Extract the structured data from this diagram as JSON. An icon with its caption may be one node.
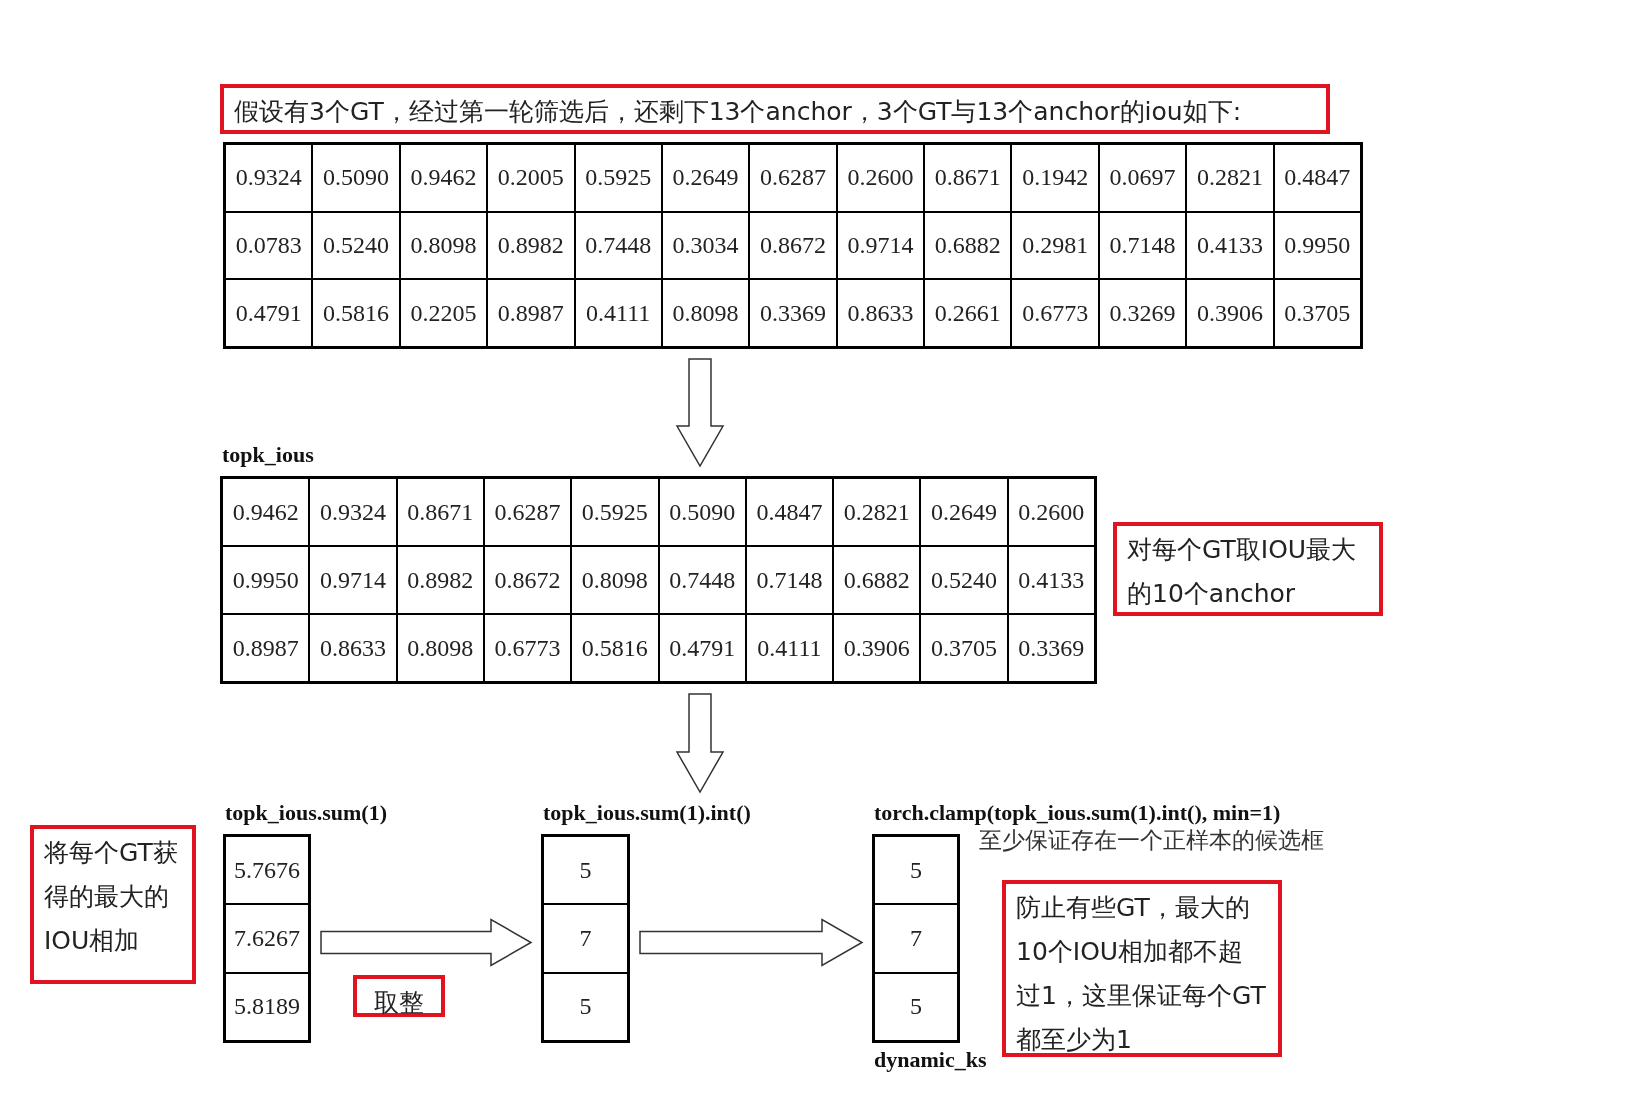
{
  "diagram": {
    "nodes": [
      {
        "text": [
          "假设有3个GT，经过第一轮筛选后，还剩下13个anchor，3个GT与13个anchor的iou如下:"
        ]
      },
      {
        "text": [
          "0.9324",
          "0.5090",
          "0.9462",
          "0.2005",
          "0.5925",
          "0.2649",
          "0.6287",
          "0.2600",
          "0.8671",
          "0.1942",
          "0.0697",
          "0.2821",
          "0.4847",
          "0.0783",
          "0.5240",
          "0.8098",
          "0.8982",
          "0.7448",
          "0.3034",
          "0.8672",
          "0.9714",
          "0.6882",
          "0.2981",
          "0.7148",
          "0.4133",
          "0.9950",
          "0.4791",
          "0.5816",
          "0.2205",
          "0.8987",
          "0.4111",
          "0.8098",
          "0.3369",
          "0.8633",
          "0.2661",
          "0.6773",
          "0.3269",
          "0.3906",
          "0.3705"
        ]
      },
      {
        "text": [
          "topk_ious",
          "0.9462",
          "0.9324",
          "0.8671",
          "0.6287",
          "0.5925",
          "0.5090",
          "0.4847",
          "0.2821",
          "0.2649",
          "0.2600",
          "0.9950",
          "0.9714",
          "0.8982",
          "0.8672",
          "0.8098",
          "0.7448",
          "0.7148",
          "0.6882",
          "0.5240",
          "0.4133",
          "0.8987",
          "0.8633",
          "0.8098",
          "0.6773",
          "0.5816",
          "0.4791",
          "0.4111",
          "0.3906",
          "0.3705",
          "0.3369"
        ]
      },
      {
        "text": [
          "对每个GT取IOU最大的10个anchor"
        ]
      },
      {
        "text": [
          "topk_ious.sum(1)",
          "5.7676",
          "7.6267",
          "5.8189"
        ]
      },
      {
        "text": [
          "将每个GT获得的最大的IOU相加"
        ]
      },
      {
        "text": [
          "取整"
        ]
      },
      {
        "text": [
          "topk_ious.sum(1).int()",
          "5",
          "7",
          "5"
        ]
      },
      {
        "text": [
          "torch.clamp(topk_ious.sum(1).int(), min=1)",
          "5",
          "7",
          "5",
          "dynamic_ks"
        ],
        "beside": [
          "至少保证存在一个正样本的候选框"
        ]
      },
      {
        "text": [
          "防止有些GT，最大的10个IOU相加都不超过1，这里保证每个GT都至少为1"
        ]
      }
    ],
    "edges": [
      {
        "from": 1,
        "to": 2,
        "arrow": "to"
      },
      {
        "from": 2,
        "to": null,
        "arrow": "to"
      },
      {
        "from": 4,
        "to": 7,
        "arrow": "to"
      },
      {
        "from": 7,
        "to": 8,
        "arrow": "to"
      }
    ]
  }
}
